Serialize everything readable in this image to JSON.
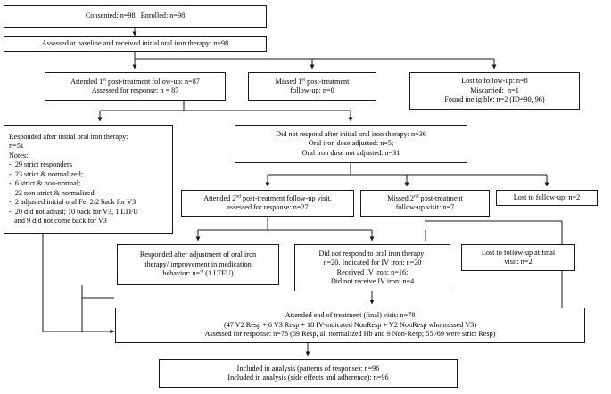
{
  "diagram": {
    "title": "Participant flow diagram: oral iron therapy trial",
    "type": "flowchart",
    "colors": {
      "border": "#1a1a1a",
      "background": "#ffffff",
      "text": "#000000",
      "connector": "#1a1a1a"
    }
  },
  "nodes": {
    "consented": {
      "name": "consented-enrolled-box",
      "lines": [
        "Consented: n=98   Enrolled: n=98"
      ]
    },
    "baseline": {
      "name": "baseline-assessed-box",
      "lines": [
        "Assessed at baseline and received initial oral iron therapy: n=98"
      ]
    },
    "attended_v1": {
      "name": "attended-first-followup-box",
      "lines": [
        "Attended 1|st| post-treatment follow-up: n=87",
        "Assessed for response: n = 87"
      ]
    },
    "missed_v1": {
      "name": "missed-first-followup-box",
      "lines": [
        "Missed 1|st| post-treatment",
        "follow-up: n=0"
      ]
    },
    "lost_v1": {
      "name": "lost-to-followup-initial-box",
      "lines": [
        "Lost to follow-up: n=8",
        "Miscarried:  n=1",
        "Found ineligible: n=2 (ID=90, 96)"
      ]
    },
    "responded_initial": {
      "name": "responded-initial-therapy-box",
      "lines": [
        "Responded after initial oral iron therapy:",
        "n=51",
        "Notes:",
        "-  29 strict responders",
        "-  23 strict & normalized;",
        "-  6 strict & non-normal;",
        "-  22 non-strict & normalized",
        "-  2 adjusted initial oral Fe; 2/2 back for V3",
        "-  20 did not adjust; 10 back for V3, 1 LTFU",
        "   and 9 did not come back for V3"
      ]
    },
    "not_responded_initial": {
      "name": "did-not-respond-initial-therapy-box",
      "lines": [
        "Did not respond after initial oral iron therapy: n=36",
        "Oral iron dose adjusted: n=5;",
        "Oral iron dose not adjusted: n=31"
      ]
    },
    "attended_v2": {
      "name": "attended-second-followup-box",
      "lines": [
        "Attended 2|nd| post-treatment follow-up visit,",
        "assessed for response: n=27"
      ]
    },
    "missed_v2": {
      "name": "missed-second-followup-box",
      "lines": [
        "Missed 2|nd| post-treatment",
        "follow-up visit: n=7"
      ]
    },
    "lost_v2": {
      "name": "lost-to-followup-second-box",
      "lines": [
        "Lost to follow-up: n=2"
      ]
    },
    "responded_adjust": {
      "name": "responded-after-adjustment-box",
      "lines": [
        "Responded after adjustment of oral iron",
        "therapy/ improvement in medication",
        "behavior: n=7 (1 LTFU)"
      ]
    },
    "not_responded_oral": {
      "name": "did-not-respond-oral-therapy-box",
      "lines": [
        "Did not respond to oral iron therapy:",
        "n=20. Indicated for IV iron: n=20",
        "Received IV iron: n=16;",
        "Did not receive IV iron: n=4"
      ]
    },
    "lost_final": {
      "name": "lost-to-followup-final-box",
      "lines": [
        "Lost to follow-up at final",
        "visit: n=2"
      ]
    },
    "final_visit": {
      "name": "attended-final-visit-box",
      "lines": [
        "Attended end of treatment (final) visit: n=78",
        "(47 V2 Resp + 6 V3 Resp + 18 IV-indicated NonResp + V2 NonResp who missed V3)",
        "Assessed for response: n=78 (69 Resp, all normalized Hb and 9 Non-Resp; 55 /69 were strict Resp)"
      ]
    },
    "included": {
      "name": "included-in-analysis-box",
      "lines": [
        "Included in analysis (patterns of response): n=96",
        "Included in analysis (side effects and adherence): n=96"
      ]
    }
  }
}
